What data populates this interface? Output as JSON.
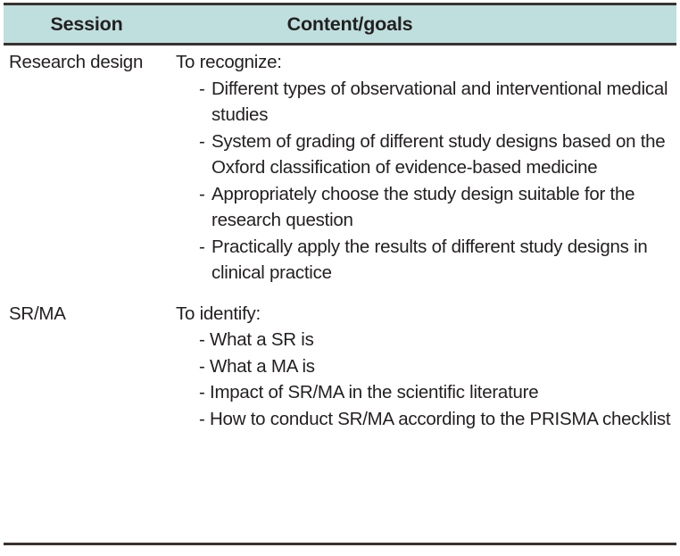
{
  "table": {
    "columns": [
      {
        "id": "session",
        "label": "Session"
      },
      {
        "id": "content",
        "label": "Content/goals"
      }
    ],
    "header_bg": "#bedfdd",
    "rule_color": "#3a3230",
    "text_color": "#231f20",
    "dash": "-",
    "rows": [
      {
        "session": "Research design",
        "lead": "To recognize:",
        "items": [
          "Different types of observational and interventional medical studies",
          "System of grading of different study designs based on the Oxford classification of evidence-based medicine",
          "Appropriately choose the study design suitable for the research question",
          "Practically apply the results of different study designs in clinical practice"
        ]
      },
      {
        "session": "SR/MA",
        "lead": "To identify:",
        "items": [
          "What a SR is",
          "What a MA is",
          "Impact of SR/MA in the scientific literature",
          "How to conduct SR/MA according to the PRISMA checklist"
        ]
      }
    ]
  }
}
